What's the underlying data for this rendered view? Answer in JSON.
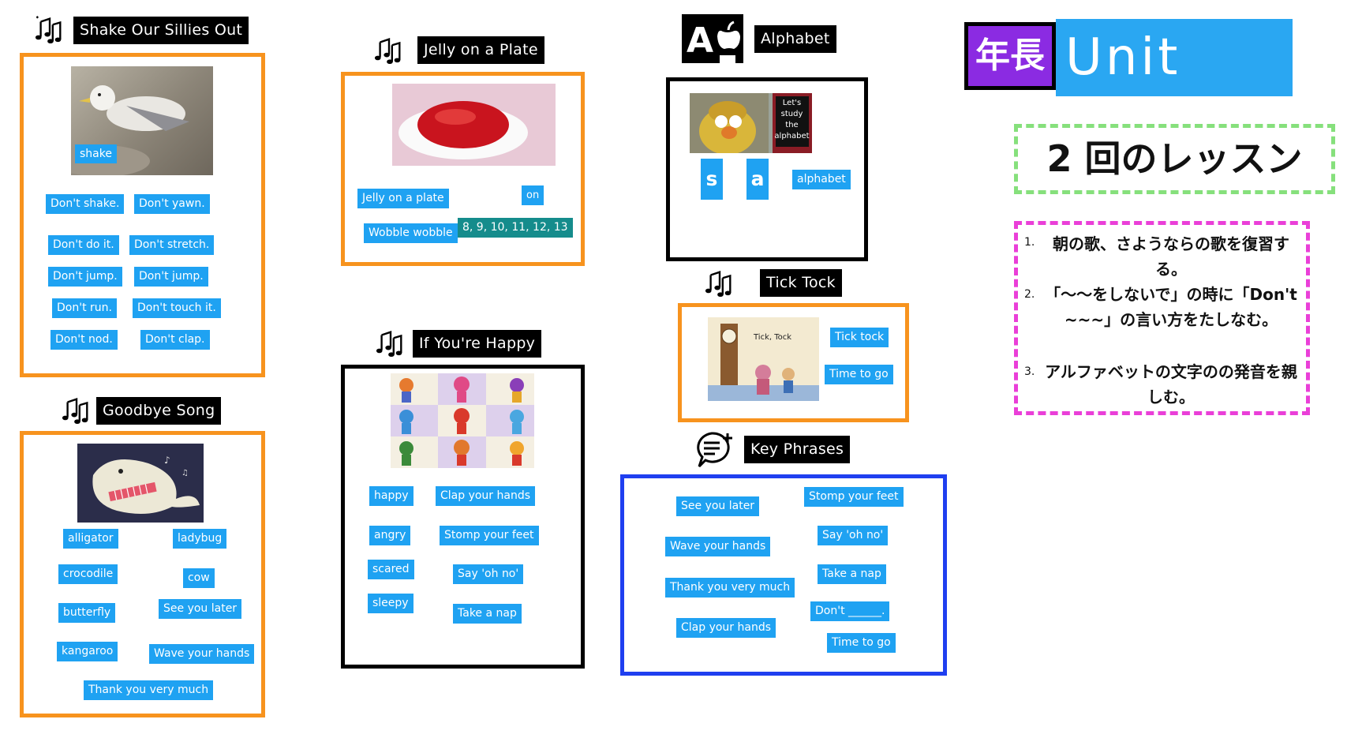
{
  "unit": {
    "grade": "年長",
    "title": "Unit One"
  },
  "lessons": "2 回のレッスン",
  "goals": [
    "1.",
    "朝の歌、さようならの歌を復習する。",
    "2.",
    "「～～をしないで」の時に「Don't ~~~」の言い方をたしなむ。",
    "3.",
    "アルファベットの文字のの発音を親しむ。"
  ],
  "shake": {
    "title": "Shake Our Sillies Out",
    "image_word": "shake",
    "chips": [
      "Don't shake.",
      "Don't yawn.",
      "Don't do it.",
      "Don't stretch.",
      "Don't jump.",
      "Don't jump.",
      "Don't run.",
      "Don't touch it.",
      "Don't nod.",
      "Don't clap."
    ]
  },
  "jelly": {
    "title": "Jelly on a Plate",
    "chips": [
      "Jelly on a plate",
      "on",
      "Wobble wobble",
      "8, 9, 10, 11, 12, 13"
    ]
  },
  "alphabet": {
    "title": "Alphabet",
    "video_text": "Let's study the alphabet",
    "letters": [
      "s",
      "a"
    ],
    "chip": "alphabet"
  },
  "tick": {
    "title": "Tick Tock",
    "book_title": "Tick, Tock",
    "chips": [
      "Tick tock",
      "Time to go"
    ]
  },
  "happy": {
    "title": "If You're Happy",
    "chips": [
      "happy",
      "Clap your hands",
      "angry",
      "Stomp your feet",
      "scared",
      "Say 'oh no'",
      "sleepy",
      "Take a nap"
    ]
  },
  "goodbye": {
    "title": "Goodbye Song",
    "chips": [
      "alligator",
      "ladybug",
      "crocodile",
      "cow",
      "butterfly",
      "See you later",
      "kangaroo",
      "Wave your hands",
      "Thank you very much"
    ]
  },
  "key": {
    "title": "Key Phrases",
    "chips": [
      "See you later",
      "Stomp your feet",
      "Wave your hands",
      "Say 'oh no'",
      "Thank you very much",
      "Take a nap",
      "Don't ______.",
      "Clap your hands",
      "Time to go"
    ]
  },
  "icons": [
    "music-notes-icon",
    "alphabet-apple-icon",
    "speech-bubble-icon"
  ],
  "colors": {
    "orange": "#f7931e",
    "blue_chip": "#1fa2f2",
    "purple": "#8b2be2",
    "sky": "#2aa7f2",
    "green_dash": "#86e07c",
    "pink_dash": "#ea3fd8"
  }
}
